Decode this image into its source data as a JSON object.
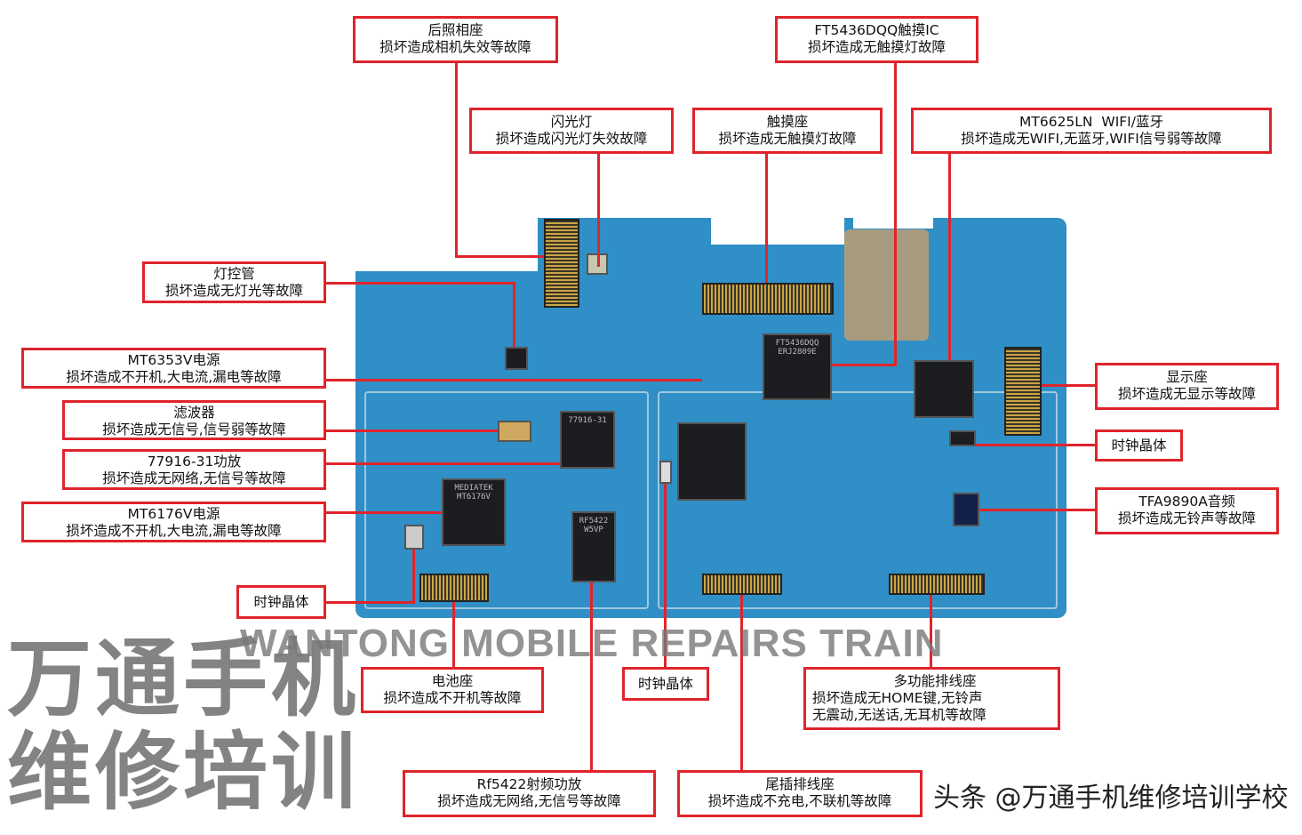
{
  "labels": {
    "rear_cam": {
      "title": "后照相座",
      "desc": "损坏造成相机失效等故障"
    },
    "flash": {
      "title": "闪光灯",
      "desc": "损坏造成闪光灯失效故障"
    },
    "touch_conn": {
      "title": "触摸座",
      "desc": "损坏造成无触摸灯故障"
    },
    "touch_ic": {
      "title": "FT5436DQQ触摸IC",
      "desc": "损坏造成无触摸灯故障"
    },
    "wifi": {
      "title": "MT6625LN  WIFI/蓝牙",
      "desc": "损坏造成无WIFI,无蓝牙,WIFI信号弱等故障"
    },
    "light_ctrl": {
      "title": "灯控管",
      "desc": "损坏造成无灯光等故障"
    },
    "mt6353": {
      "title": "MT6353V电源",
      "desc": "损坏造成不开机,大电流,漏电等故障"
    },
    "filter": {
      "title": "滤波器",
      "desc": "损坏造成无信号,信号弱等故障"
    },
    "pa77916": {
      "title": "77916-31功放",
      "desc": "损坏造成无网络,无信号等故障"
    },
    "mt6176": {
      "title": "MT6176V电源",
      "desc": "损坏造成不开机,大电流,漏电等故障"
    },
    "clock_left": {
      "title": "时钟晶体"
    },
    "battery": {
      "title": "电池座",
      "desc": "损坏造成不开机等故障"
    },
    "rf5422": {
      "title": "Rf5422射频功放",
      "desc": "损坏造成无网络,无信号等故障"
    },
    "clock_mid": {
      "title": "时钟晶体"
    },
    "tail": {
      "title": "尾插排线座",
      "desc": "损坏造成不充电,不联机等故障"
    },
    "multi": {
      "title": "多功能排线座",
      "desc1": "损坏造成无HOME键,无铃声",
      "desc2": "无震动,无送话,无耳机等故障"
    },
    "display": {
      "title": "显示座",
      "desc": "损坏造成无显示等故障"
    },
    "clock_right": {
      "title": "时钟晶体"
    },
    "audio": {
      "title": "TFA9890A音频",
      "desc": "损坏造成无铃声等故障"
    }
  },
  "chips": {
    "ft": "FT5436DQQ ERJ2809E",
    "mtk": "MEDIATEK MT6176V",
    "rf": "RF5422 W5VP",
    "pa": "77916-31"
  },
  "watermark": {
    "cn": "万通手机维修培训",
    "en": "WANTONG MOBILE REPAIRS TRAIN"
  },
  "credit": "头条 @万通手机维修培训学校",
  "colors": {
    "accent": "#e0242b",
    "board": "#2f8fc6"
  }
}
